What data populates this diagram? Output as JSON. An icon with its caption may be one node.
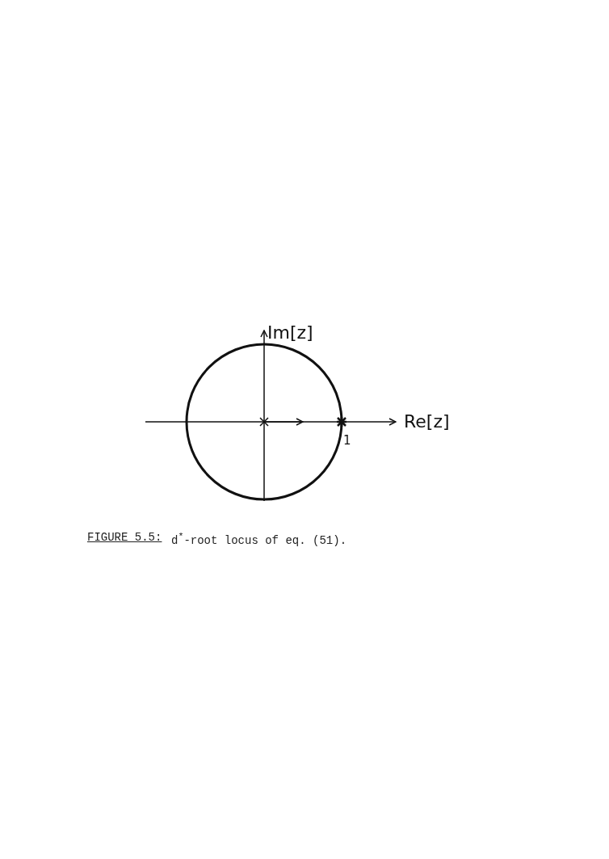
{
  "diagram": {
    "title": "FIGURE 5.5:",
    "caption": "d$^{*}$-root locus of eq. (51).",
    "labels": [
      "Im[z]",
      "Re[z]",
      "1"
    ]
  }
}
